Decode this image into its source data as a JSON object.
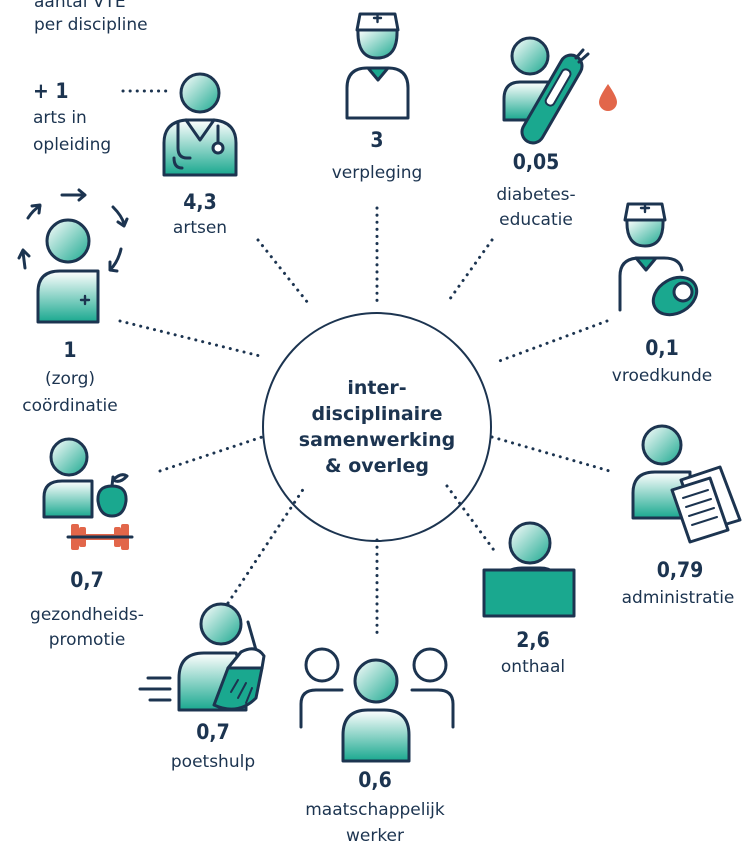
{
  "header": {
    "line1": "aantal VTE",
    "line2": "per discipline"
  },
  "extra": {
    "value": "+ 1",
    "label1": "arts in",
    "label2": "opleiding"
  },
  "center": {
    "text": "inter-\ndisciplinaire\nsamenwerking\n& overleg"
  },
  "disciplines": [
    {
      "id": "artsen",
      "value": "4,3",
      "label": [
        "artsen"
      ],
      "icon": "doctor-icon"
    },
    {
      "id": "verpleging",
      "value": "3",
      "label": [
        "verpleging"
      ],
      "icon": "nurse-icon"
    },
    {
      "id": "diabetes",
      "value": "0,05",
      "label": [
        "diabetes-",
        "educatie"
      ],
      "icon": "diabetes-educator-icon"
    },
    {
      "id": "vroedkunde",
      "value": "0,1",
      "label": [
        "vroedkunde"
      ],
      "icon": "midwife-icon"
    },
    {
      "id": "administratie",
      "value": "0,79",
      "label": [
        "administratie"
      ],
      "icon": "administration-icon"
    },
    {
      "id": "onthaal",
      "value": "2,6",
      "label": [
        "onthaal"
      ],
      "icon": "reception-icon"
    },
    {
      "id": "maatschappelijk",
      "value": "0,6",
      "label": [
        "maatschappelijk",
        "werker"
      ],
      "icon": "social-worker-icon"
    },
    {
      "id": "poetshulp",
      "value": "0,7",
      "label": [
        "poetshulp"
      ],
      "icon": "cleaner-icon"
    },
    {
      "id": "gezondheid",
      "value": "0,7",
      "label": [
        "gezondheids-",
        "promotie"
      ],
      "icon": "health-promotion-icon"
    },
    {
      "id": "coordinatie",
      "value": "1",
      "label": [
        "(zorg)",
        "coördinatie"
      ],
      "icon": "care-coordination-icon"
    }
  ],
  "colors": {
    "navy": "#1c3450",
    "teal": "#1aa88f",
    "teal_light": "#dff2ec",
    "orange": "#e2664a"
  }
}
